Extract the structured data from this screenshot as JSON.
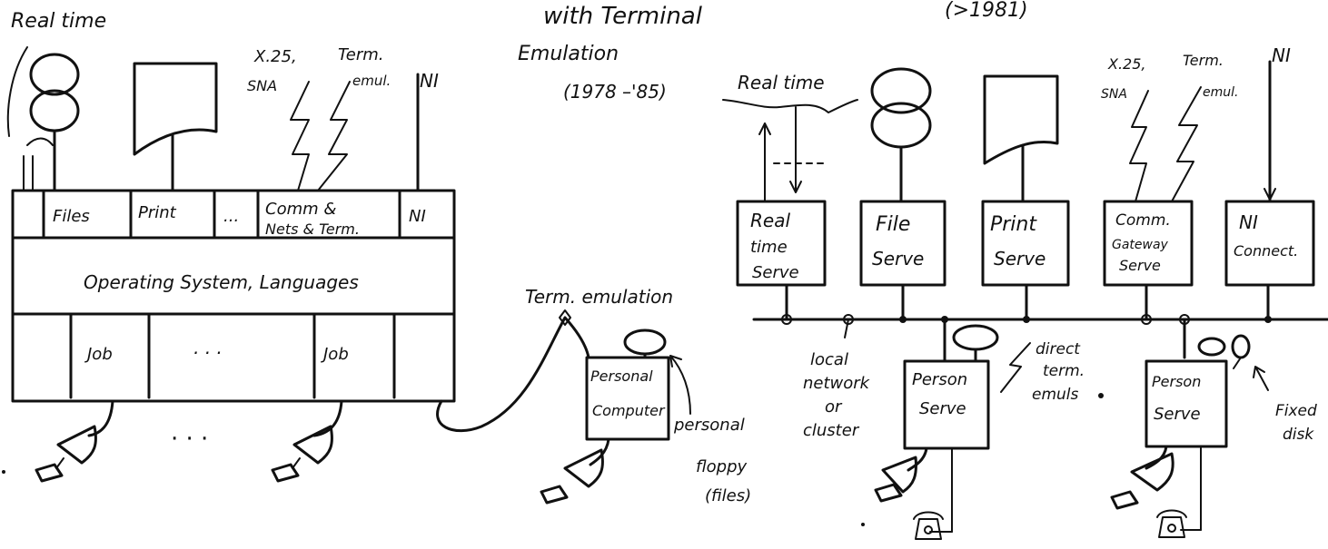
{
  "titles": {
    "with_terminal": "with Terminal",
    "emulation": "Emulation",
    "period_left": "(1978 –'85)",
    "period_right": "(>1981)"
  },
  "left_system": {
    "realtime_label": "Real time",
    "comm_label_1": "X.25,",
    "comm_label_2": "SNA",
    "term_emul_1": "Term.",
    "term_emul_2": "emul.",
    "ni_label": "NI",
    "cells": [
      "Files",
      "Print",
      "...",
      "Comm &",
      "Nets & Term.",
      "NI"
    ],
    "os_label": "Operating System, Languages",
    "jobs": [
      "Job",
      "· · ·",
      "Job"
    ],
    "terminal_ellipsis": "· · ·"
  },
  "personal_computer": {
    "term_emulation_label": "Term. emulation",
    "box_line1": "Personal",
    "box_line2": "Computer",
    "note_line1": "personal",
    "note_line2": "floppy",
    "note_line3": "(files)"
  },
  "right_system": {
    "realtime_label": "Real time",
    "comm_label_1": "X.25,",
    "comm_label_2": "SNA",
    "term_emul_1": "Term.",
    "term_emul_2": "emul.",
    "ni_label": "NI",
    "servers": [
      {
        "line1": "Real",
        "line2": "time",
        "line3": "Serve"
      },
      {
        "line1": "File",
        "line2": "Serve",
        "line3": ""
      },
      {
        "line1": "Print",
        "line2": "Serve",
        "line3": ""
      },
      {
        "line1": "Comm.",
        "line2": "Gateway",
        "line3": "Serve"
      },
      {
        "line1": "NI",
        "line2": "Connect.",
        "line3": ""
      }
    ],
    "network_line1": "local",
    "network_line2": "network",
    "network_line3": "or",
    "network_line4": "cluster",
    "direct_line1": "direct",
    "direct_line2": "term.",
    "direct_line3": "emuls",
    "person_serve_1": {
      "line1": "Person",
      "line2": "Serve"
    },
    "person_serve_2": {
      "line1": "Person",
      "line2": "Serve"
    },
    "fixed_disk_1": "Fixed",
    "fixed_disk_2": "disk"
  }
}
